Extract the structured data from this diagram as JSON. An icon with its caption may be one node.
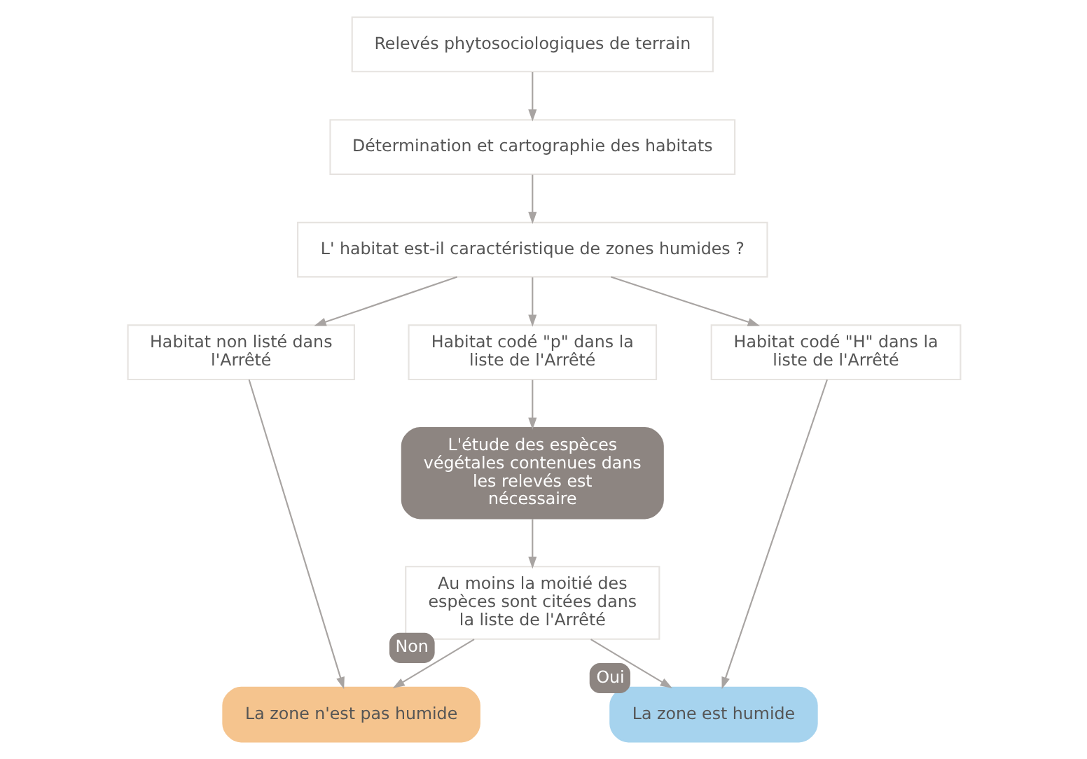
{
  "diagram": {
    "nodes": [
      {
        "text": [
          "Relevés phytosociologiques de terrain"
        ]
      },
      {
        "text": [
          "Détermination et cartographie des habitats"
        ]
      },
      {
        "text": [
          "L' habitat est-il caractéristique de zones humides ?"
        ]
      },
      {
        "text": [
          "Habitat non listé dans l'Arrêté"
        ]
      },
      {
        "text": [
          "Habitat codé \"p\" dans la liste de l'Arrêté"
        ]
      },
      {
        "text": [
          "Habitat codé \"H\" dans la liste de l'Arrêté"
        ]
      },
      {
        "text": [
          "L'étude des espèces végétales contenues dans les relevés est nécessaire"
        ]
      },
      {
        "text": [
          "Au moins la moitié des espèces sont citées dans la liste de l'Arrêté"
        ]
      },
      {
        "text": [
          "La zone n'est pas humide"
        ]
      },
      {
        "text": [
          "La zone est humide"
        ]
      }
    ],
    "edges": [
      {
        "from": 0,
        "to": 1,
        "arrow": "to"
      },
      {
        "from": 1,
        "to": 2,
        "arrow": "to"
      },
      {
        "from": 2,
        "to": 3,
        "arrow": "to"
      },
      {
        "from": 2,
        "to": 4,
        "arrow": "to"
      },
      {
        "from": 2,
        "to": 5,
        "arrow": "to"
      },
      {
        "from": 4,
        "to": 6,
        "arrow": "to"
      },
      {
        "from": 6,
        "to": 7,
        "arrow": "to"
      },
      {
        "from": 3,
        "to": 8,
        "arrow": "to"
      },
      {
        "from": 5,
        "to": 9,
        "arrow": "to"
      },
      {
        "from": 7,
        "to": 8,
        "label": "Non",
        "arrow": "to"
      },
      {
        "from": 7,
        "to": 9,
        "label": "Oui",
        "arrow": "to"
      }
    ]
  }
}
